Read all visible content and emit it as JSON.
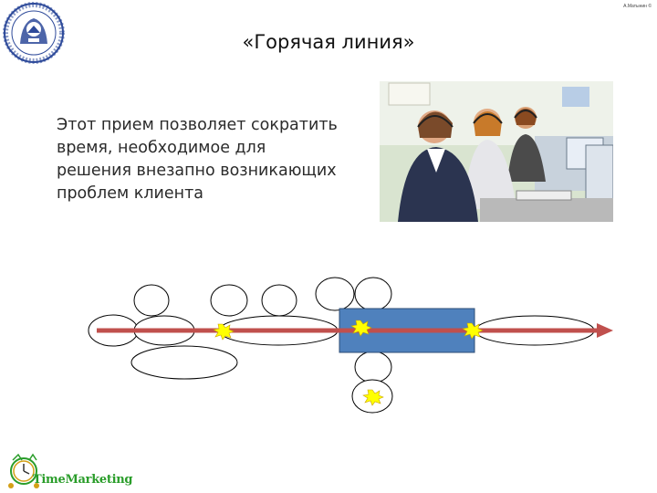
{
  "header": {
    "copyright": "А.Матынин ©"
  },
  "slide": {
    "title": "«Горячая линия»",
    "body_lines": [
      "Этот прием позволяет сократить",
      "время, необходимое для",
      "решения внезапно возникающих",
      "проблем клиента"
    ]
  },
  "footer": {
    "logo_text": "TimeMarketing"
  },
  "icons": {
    "university_logo": "university-seal-icon",
    "photo": "call-center-photo",
    "footer_logo": "clock-icon"
  },
  "colors": {
    "arrow": "#c0504d",
    "box_fill": "#4f81bd",
    "box_border": "#2c4d75",
    "burst": "#ffff00",
    "logo_blue": "#2e4a9a",
    "logo_green": "#2a9d2a"
  }
}
